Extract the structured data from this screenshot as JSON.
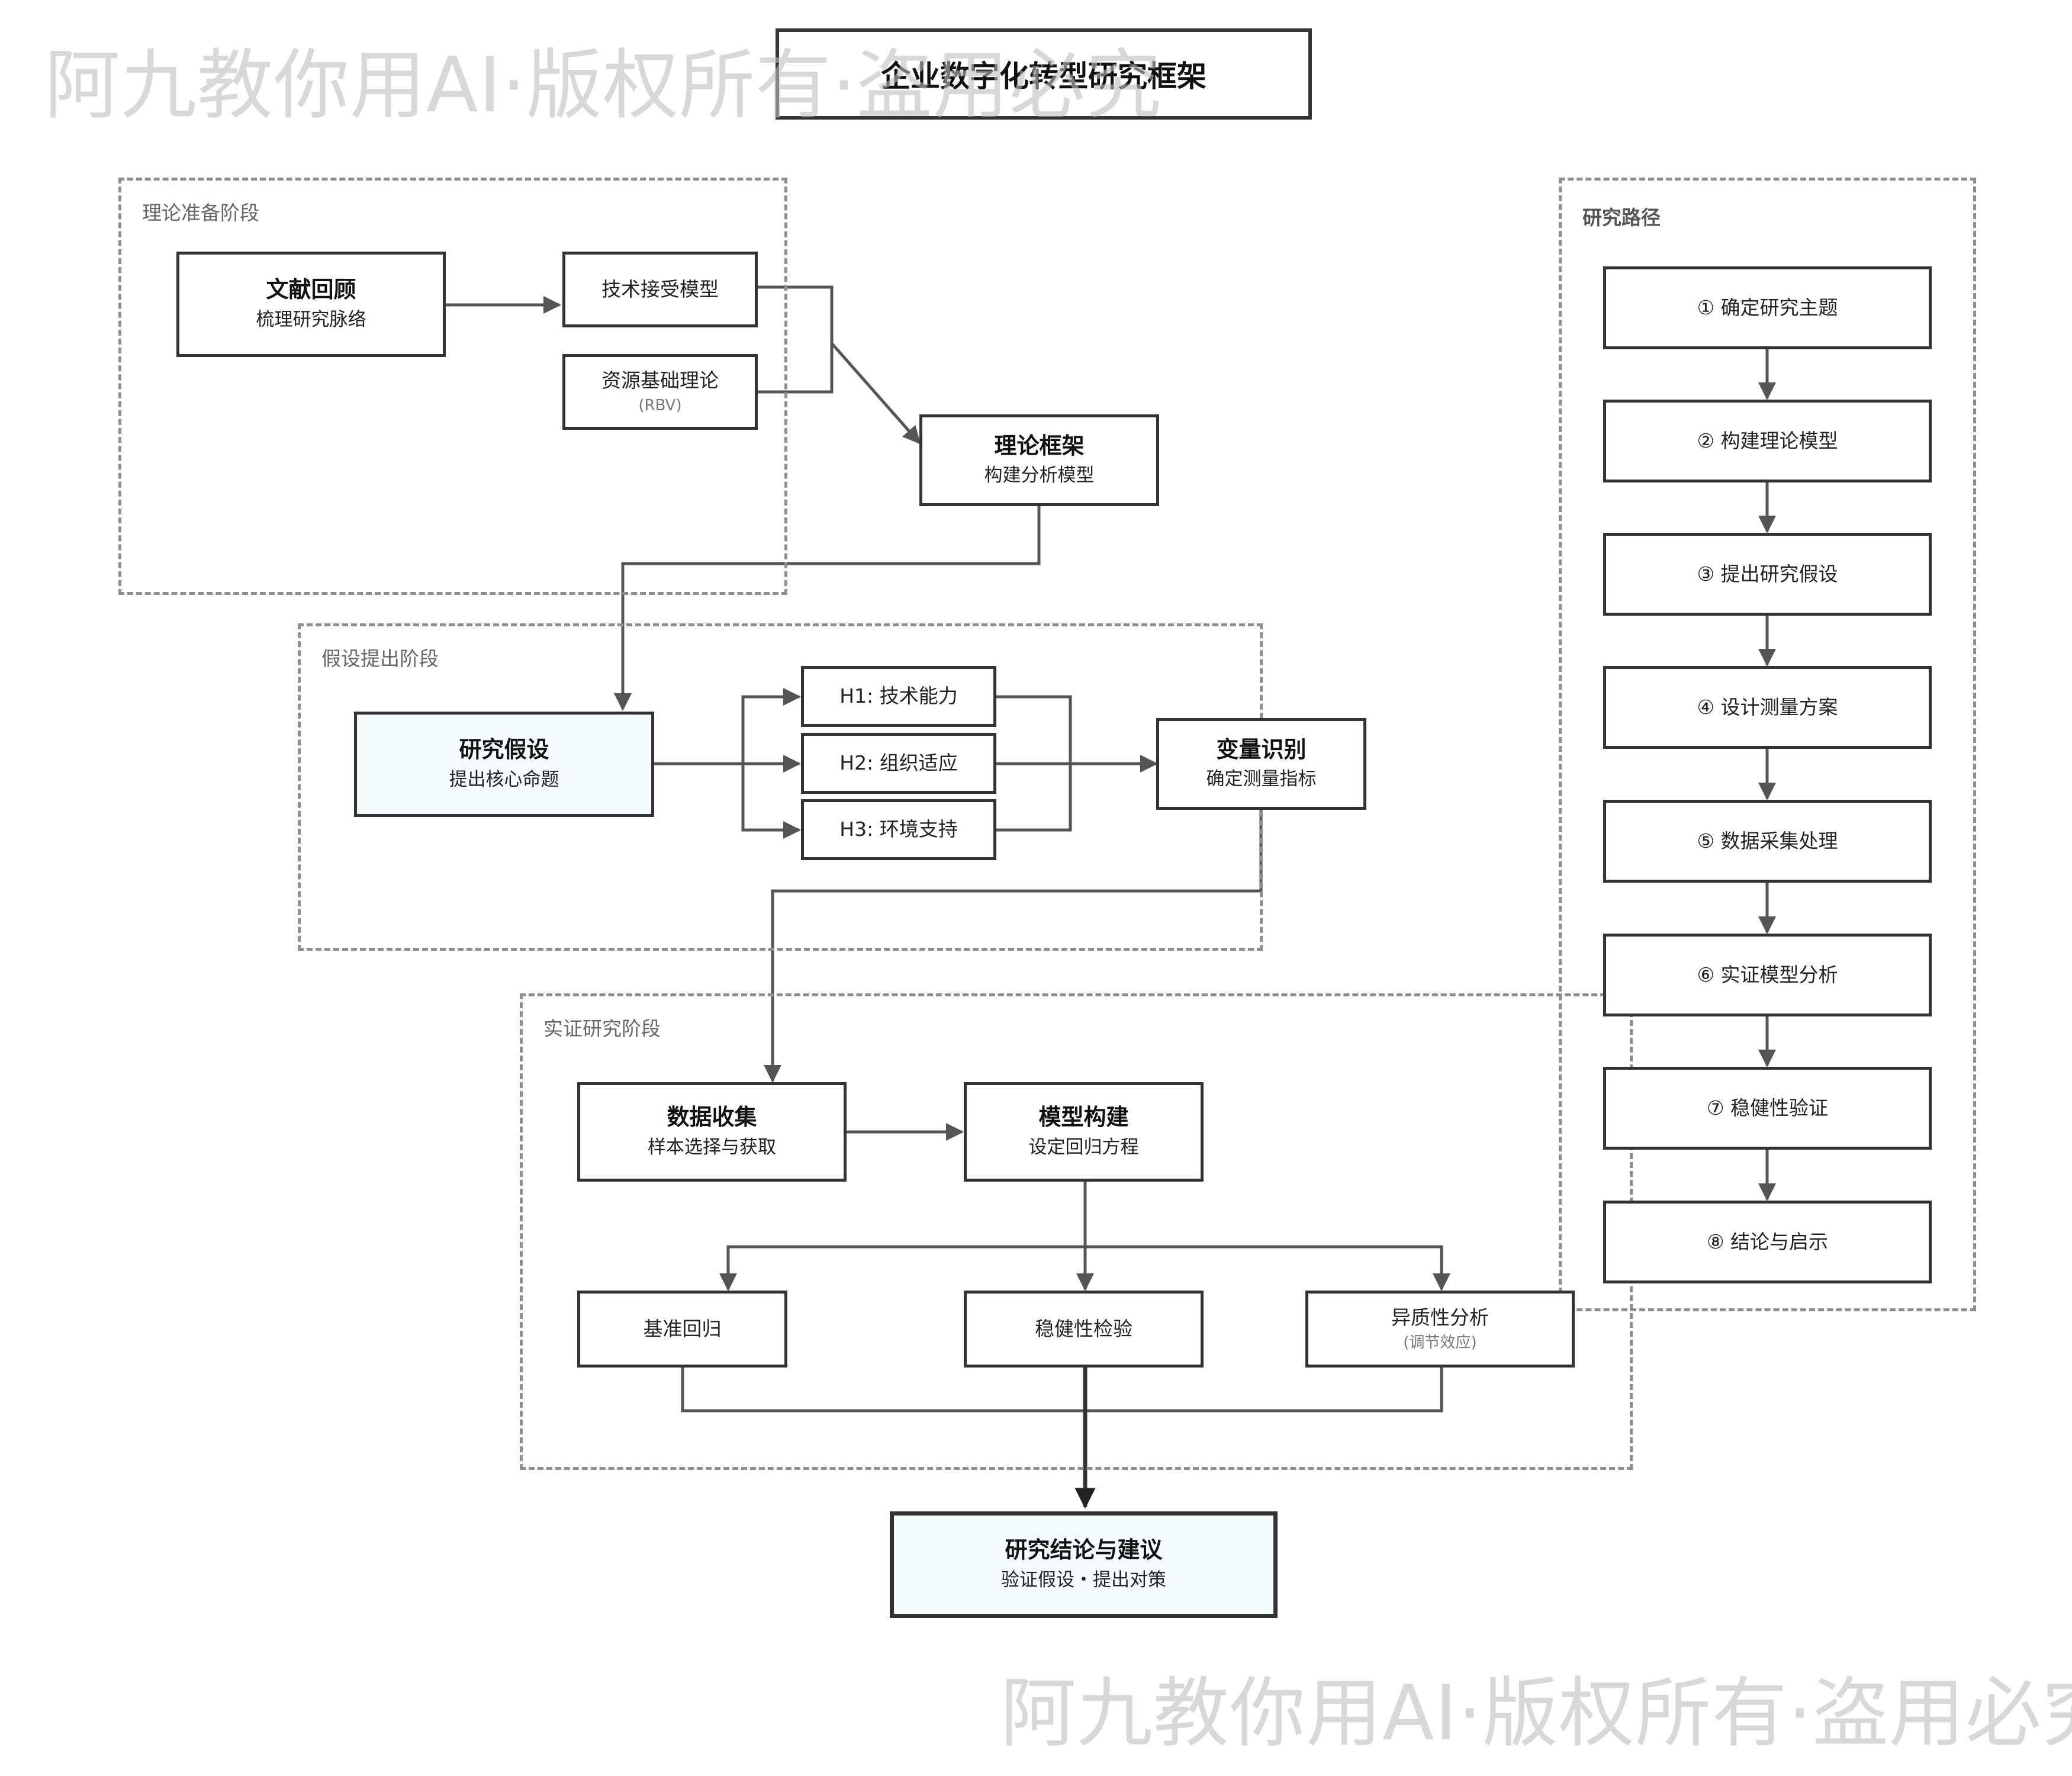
{
  "title": "企业数字化转型研究框架",
  "watermark": "阿九教你用AI·版权所有·盗用必究",
  "groups": {
    "theory": "理论准备阶段",
    "hypothesis": "假设提出阶段",
    "empirical": "实证研究阶段",
    "path": "研究路径"
  },
  "nodes": {
    "literature": {
      "title": "文献回顾",
      "sub": "梳理研究脉络"
    },
    "tam": {
      "label": "技术接受模型"
    },
    "rbv": {
      "label": "资源基础理论",
      "sub": "(RBV)"
    },
    "framework": {
      "title": "理论框架",
      "sub": "构建分析模型"
    },
    "hypothesis": {
      "title": "研究假设",
      "sub": "提出核心命题"
    },
    "h1": {
      "label": "H1: 技术能力"
    },
    "h2": {
      "label": "H2: 组织适应"
    },
    "h3": {
      "label": "H3: 环境支持"
    },
    "variables": {
      "title": "变量识别",
      "sub": "确定测量指标"
    },
    "data": {
      "title": "数据收集",
      "sub": "样本选择与获取"
    },
    "model": {
      "title": "模型构建",
      "sub": "设定回归方程"
    },
    "baseline": {
      "label": "基准回归"
    },
    "robust": {
      "label": "稳健性检验"
    },
    "hetero": {
      "label": "异质性分析",
      "sub": "(调节效应)"
    },
    "conclusion": {
      "title": "研究结论与建议",
      "sub": "验证假设・提出对策"
    }
  },
  "path_steps": [
    "① 确定研究主题",
    "② 构建理论模型",
    "③ 提出研究假设",
    "④ 设计测量方案",
    "⑤ 数据采集处理",
    "⑥ 实证模型分析",
    "⑦ 稳健性验证",
    "⑧ 结论与启示"
  ],
  "colors": {
    "stroke": "#333333",
    "dash": "#8e8e8e",
    "edge": "#555555",
    "tint": "#f5fcfd"
  }
}
